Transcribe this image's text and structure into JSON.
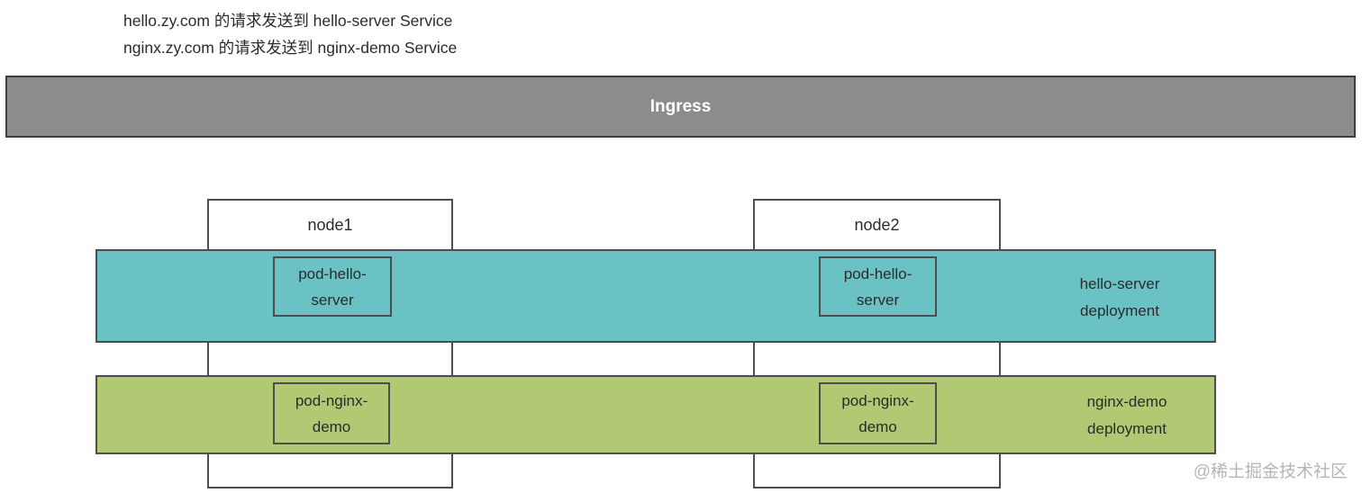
{
  "header": {
    "lines": [
      "hello.zy.com 的请求发送到 hello-server Service",
      "nginx.zy.com 的请求发送到 nginx-demo Service"
    ]
  },
  "ingress": {
    "label": "Ingress",
    "bg_color": "#8c8c8c",
    "border_color": "#3d3d3d",
    "text_color": "#ffffff"
  },
  "nodes": [
    {
      "label": "node1"
    },
    {
      "label": "node2"
    }
  ],
  "deployments": [
    {
      "label_line1": "hello-server",
      "label_line2": "deployment",
      "color": "#6bc2c4",
      "pods": [
        {
          "line1": "pod-hello-",
          "line2": "server"
        },
        {
          "line1": "pod-hello-",
          "line2": "server"
        }
      ]
    },
    {
      "label_line1": "nginx-demo",
      "label_line2": "deployment",
      "color": "#b2c973",
      "pods": [
        {
          "line1": "pod-nginx-",
          "line2": "demo"
        },
        {
          "line1": "pod-nginx-",
          "line2": "demo"
        }
      ]
    }
  ],
  "watermark": "@稀土掘金技术社区",
  "colors": {
    "node_border": "#4d4d4d",
    "text": "#2b2b2b",
    "watermark": "#b5b5b5",
    "background": "#ffffff"
  }
}
